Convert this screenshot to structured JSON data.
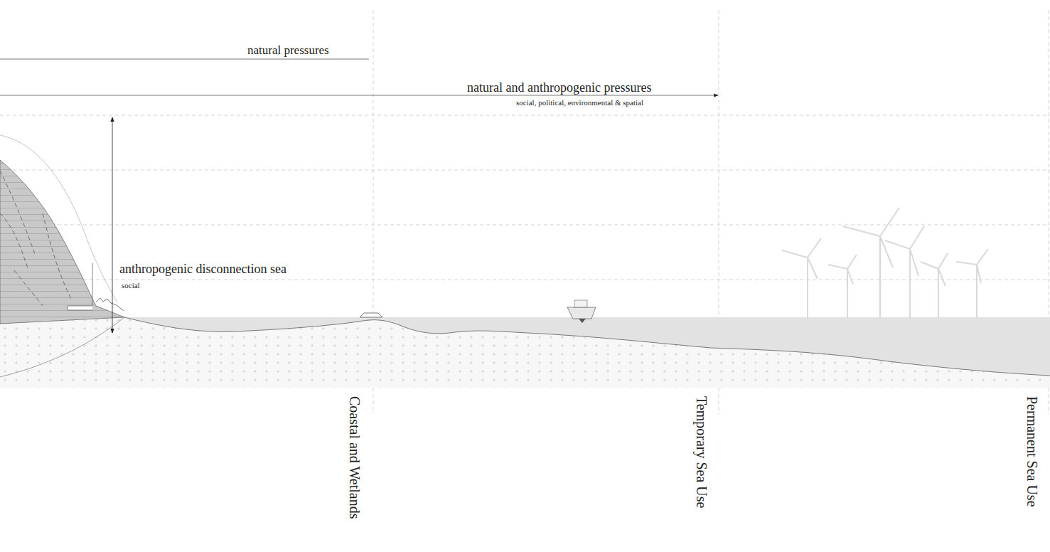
{
  "diagram": {
    "labels": [
      "natural pressures",
      "natural and anthropogenic pressures",
      "social, political, environmental & spatial",
      "anthropogenic disconnection sea",
      "social",
      "Coastal and Wetlands",
      "Temporary Sea Use",
      "Permanent Sea Use"
    ]
  }
}
